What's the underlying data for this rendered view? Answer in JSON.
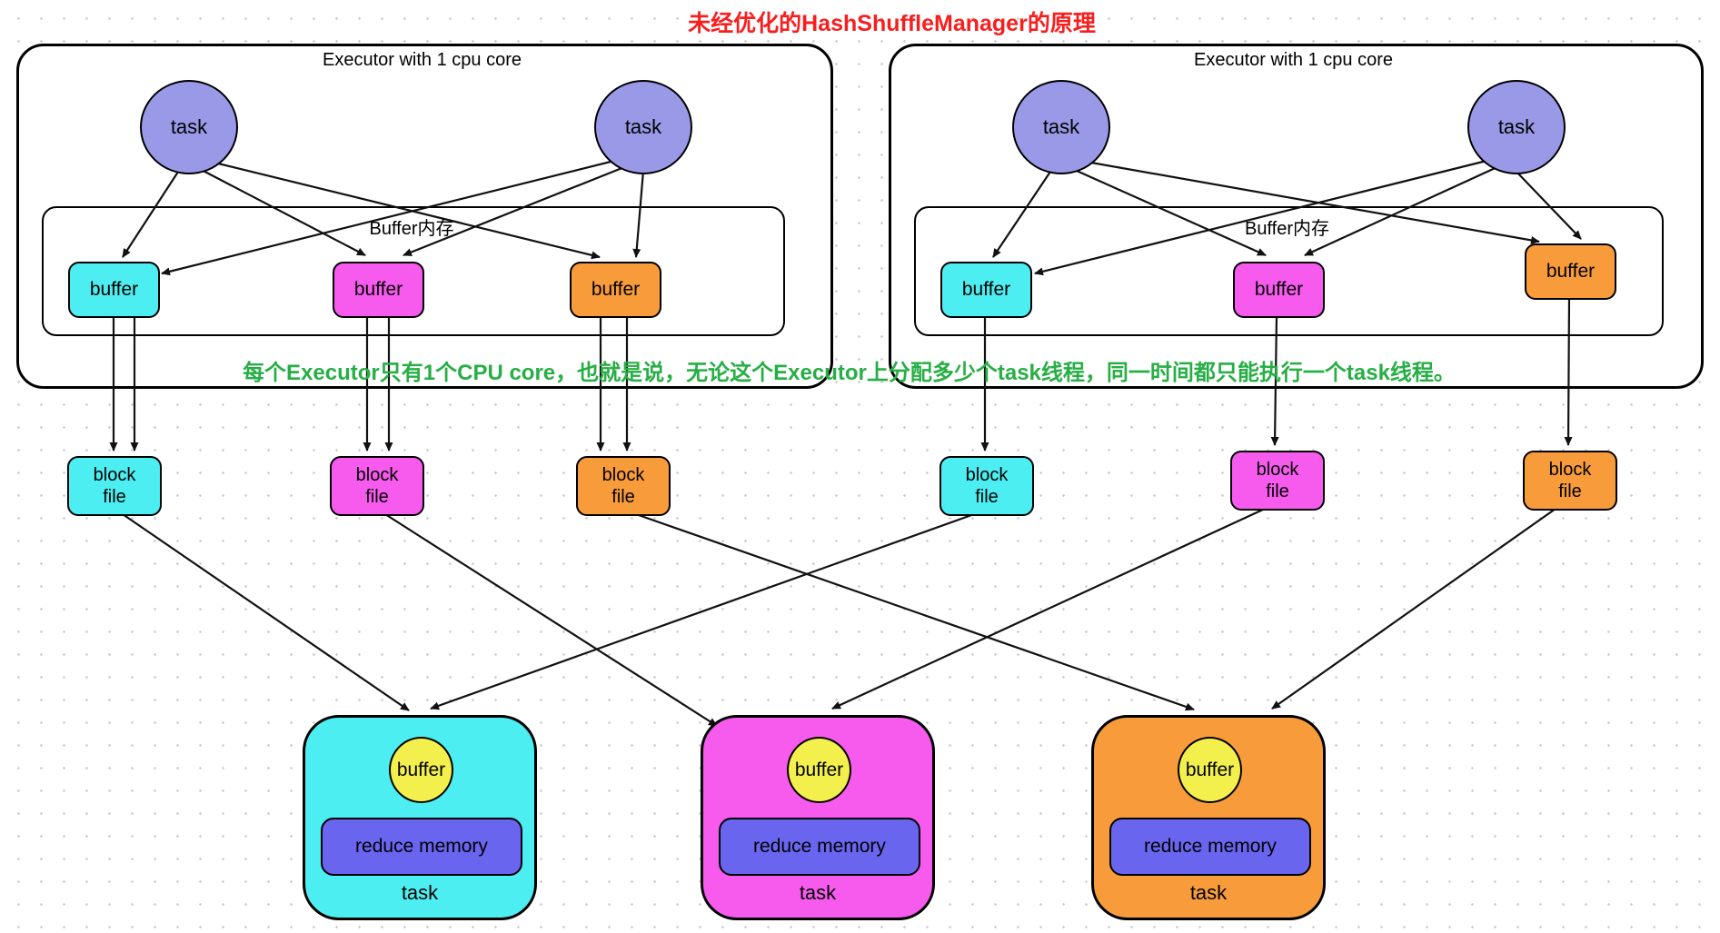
{
  "title": "未经优化的HashShuffleManager的原理",
  "note": "每个Executor只有1个CPU core，也就是说，无论这个Executor上分配多少个task线程，同一时间都只能执行一个task线程。",
  "labels": {
    "executor_title": "Executor with 1 cpu core",
    "buffer_memory": "Buffer内存",
    "task": "task",
    "buffer": "buffer",
    "block": "block",
    "file": "file",
    "reduce_memory": "reduce memory"
  },
  "colors": {
    "title_red": "#F81E1E",
    "note_green": "#27AE45",
    "task_purple": "#9999E8",
    "cyan": "#4DEEF2",
    "magenta": "#F65BEE",
    "orange": "#F89C3B",
    "yellow": "#F3F04E",
    "reduce_purple": "#6965EF",
    "line_stroke": "#111111"
  },
  "structure": {
    "executors": [
      {
        "title": "Executor with 1 cpu core",
        "task_count": 2,
        "buffers": [
          "cyan",
          "magenta",
          "orange"
        ],
        "lines_per_buffer": 2
      },
      {
        "title": "Executor with 1 cpu core",
        "task_count": 2,
        "buffers": [
          "cyan",
          "magenta",
          "orange"
        ],
        "lines_per_buffer": 1
      }
    ],
    "block_files": [
      "cyan",
      "magenta",
      "orange",
      "cyan",
      "magenta",
      "orange"
    ],
    "reduce_tasks": [
      {
        "color": "cyan",
        "parts": [
          "buffer",
          "reduce memory",
          "task"
        ]
      },
      {
        "color": "magenta",
        "parts": [
          "buffer",
          "reduce memory",
          "task"
        ]
      },
      {
        "color": "orange",
        "parts": [
          "buffer",
          "reduce memory",
          "task"
        ]
      }
    ]
  }
}
